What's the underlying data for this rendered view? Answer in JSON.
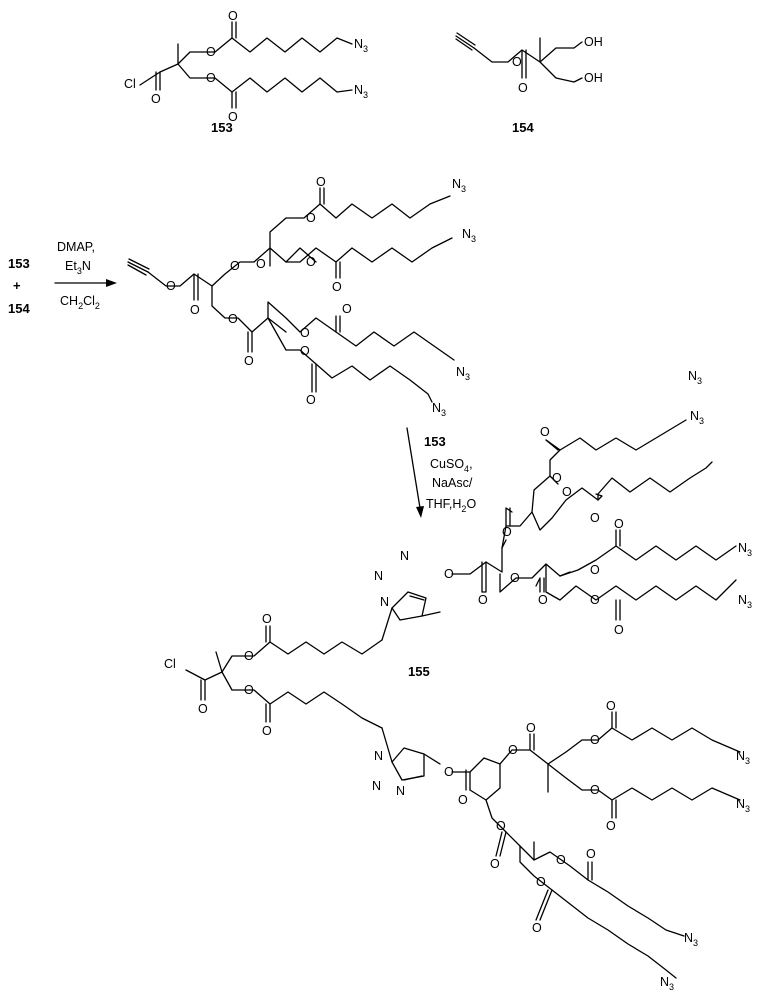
{
  "compounds": {
    "c153": "153",
    "c154": "154",
    "c155": "155",
    "plus": "+"
  },
  "reaction1": {
    "reagents_a": "DMAP,",
    "reagents_b_main": "Et",
    "reagents_b_sub": "3",
    "reagents_b_tail": "N",
    "solvent_a": "CH",
    "solvent_sub1": "2",
    "solvent_b": "Cl",
    "solvent_sub2": "2"
  },
  "reaction2": {
    "reagent": "153",
    "line1_main": "CuSO",
    "line1_sub": "4",
    "line1_tail": ",",
    "line2": "NaAsc/",
    "line3_main": "THF,H",
    "line3_sub": "2",
    "line3_tail": "O"
  },
  "atoms": {
    "O": "O",
    "OH": "OH",
    "Cl": "Cl",
    "N": "N",
    "N3_main": "N",
    "N3_sub": "3"
  },
  "colors": {
    "ink": "#000000",
    "background": "#ffffff"
  }
}
